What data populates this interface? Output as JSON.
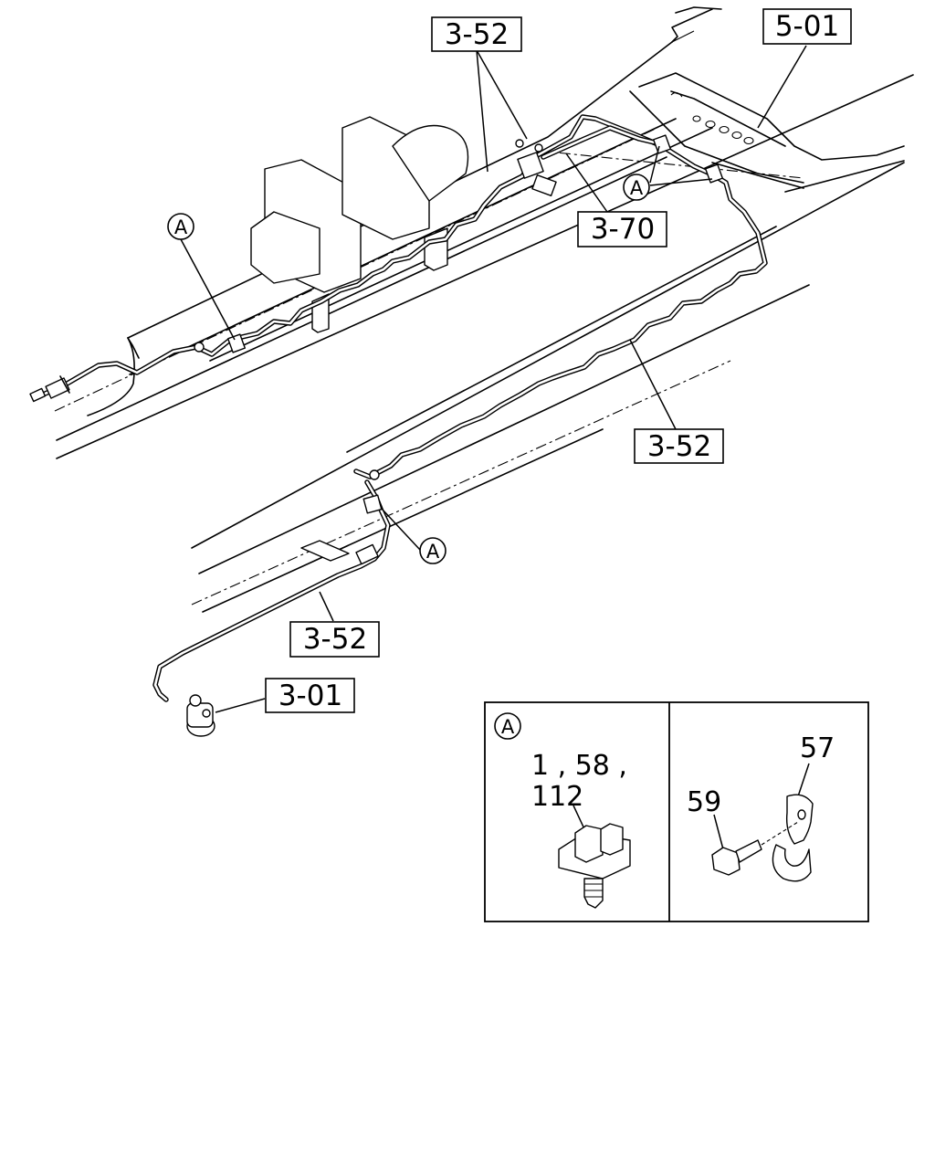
{
  "callouts": {
    "ref_3_52_top": "3-52",
    "ref_5_01": "5-01",
    "ref_3_70": "3-70",
    "ref_3_52_mid": "3-52",
    "ref_3_52_low": "3-52",
    "ref_3_01": "3-01"
  },
  "circle_refs": {
    "a1": "A",
    "a2": "A",
    "a3": "A",
    "detail": "A"
  },
  "detail_box": {
    "clip_parts_line1": "1 , 58 ,",
    "clip_parts_line2": "112",
    "clamp_part": "57",
    "bolt_part": "59"
  }
}
